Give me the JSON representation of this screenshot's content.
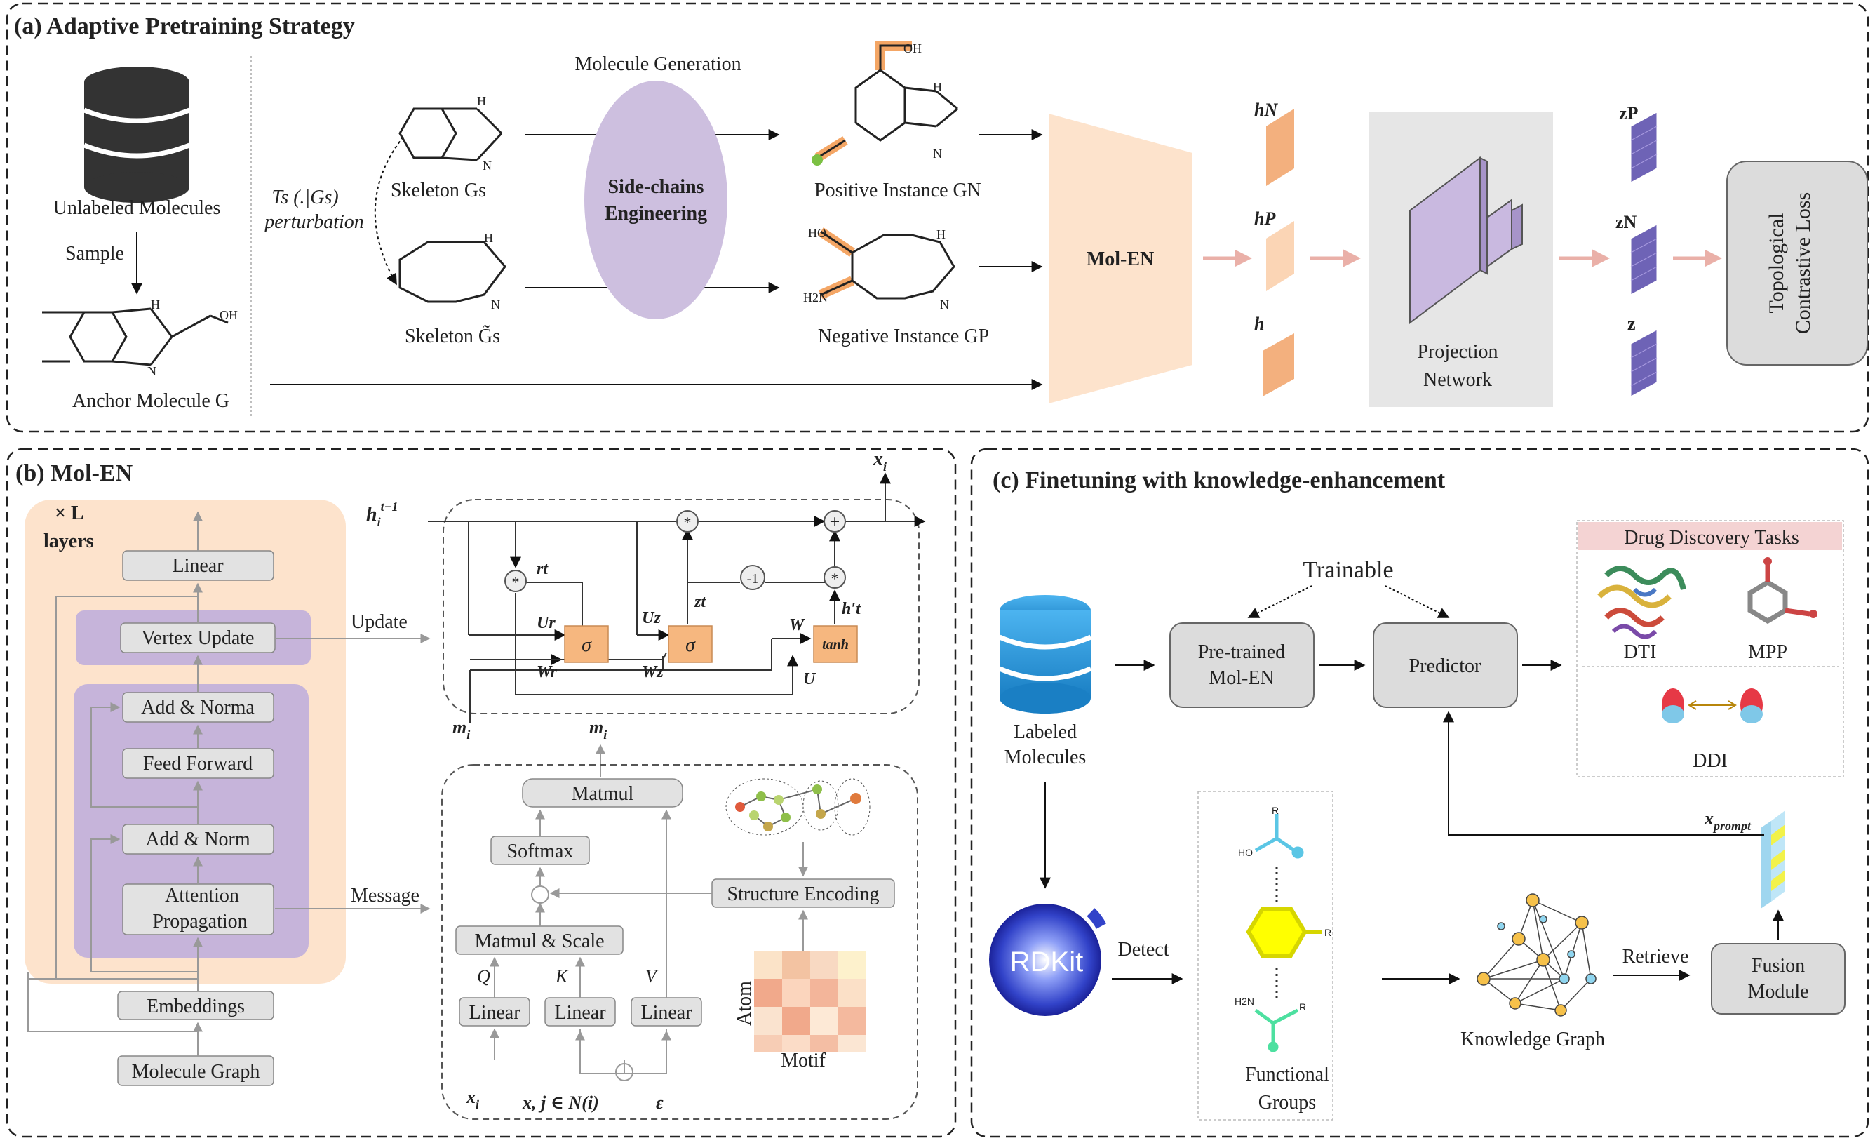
{
  "panel_a": {
    "title": "(a) Adaptive Pretraining Strategy",
    "unlabeled": "Unlabeled Molecules",
    "sample": "Sample",
    "anchor": "Anchor Molecule G",
    "perturb_fn": "Ts (.|Gs)",
    "perturb_word": "perturbation",
    "skeleton": "Skeleton Gs",
    "skeleton_tilde": "Skeleton G̃s",
    "molgen": "Molecule Generation",
    "side1": "Side-chains",
    "side2": "Engineering",
    "positive": "Positive Instance GN",
    "negative": "Negative Instance GP",
    "molen": "Mol-EN",
    "hN": "hN",
    "hP": "hP",
    "h": "h",
    "proj1": "Projection",
    "proj2": "Network",
    "zP": "zP",
    "zN": "zN",
    "z": "z",
    "topo1": "Topological",
    "topo2": "Contrastive Loss",
    "oh_top": "OH",
    "ho_neg": "HO",
    "h2n": "H2N",
    "nh": "H",
    "n": "N",
    "oh_anchor": "OH"
  },
  "panel_b": {
    "title": "(b) Mol-EN",
    "xL": "× L",
    "layers": "layers",
    "linear": "Linear",
    "vertex_update": "Vertex Update",
    "add_norma": "Add & Norma",
    "feed_forward": "Feed Forward",
    "add_norm": "Add & Norm",
    "attn1": "Attention",
    "attn2": "Propagation",
    "embeddings": "Embeddings",
    "mol_graph": "Molecule Graph",
    "update": "Update",
    "message": "Message",
    "h_prev": "h",
    "h_prev_sub": "i",
    "h_prev_sup": "t−1",
    "x_out": "x",
    "r_t": "rt",
    "z_t": "zt",
    "U_r": "Ur",
    "W_r": "Wr",
    "U_z": "Uz",
    "W_z": "Wz",
    "W": "W",
    "U": "U",
    "h_prime": "h′t",
    "sigma": "σ",
    "tanh": "tanh",
    "minus1": "-1",
    "star": "*",
    "plus": "+",
    "m_it": "m",
    "matmul": "Matmul",
    "softmax": "Softmax",
    "matmul_scale": "Matmul & Scale",
    "struct_enc": "Structure Encoding",
    "Q": "Q",
    "K": "K",
    "V": "V",
    "lin_q": "Linear",
    "lin_k": "Linear",
    "lin_v": "Linear",
    "atom": "Atom",
    "motif": "Motif",
    "x_i": "x",
    "x_j": "x",
    "x_j_rest": ", j ∈ N(i)",
    "eps": "ε"
  },
  "panel_c": {
    "title": "(c) Finetuning with knowledge-enhancement",
    "trainable": "Trainable",
    "pretrained1": "Pre-trained",
    "pretrained2": "Mol-EN",
    "predictor": "Predictor",
    "tasks": "Drug Discovery Tasks",
    "dti": "DTI",
    "mpp": "MPP",
    "ddi": "DDI",
    "labeled1": "Labeled",
    "labeled2": "Molecules",
    "rdkit": "RDKit",
    "detect": "Detect",
    "fg1": "Functional",
    "fg2": "Groups",
    "kg": "Knowledge Graph",
    "retrieve": "Retrieve",
    "fusion1": "Fusion",
    "fusion2": "Module",
    "x_prompt": "x",
    "x_prompt_sub": "prompt",
    "fg_R": "R",
    "fg_HO": "HO",
    "fg_H2N": "H2N"
  },
  "colors": {
    "peach": "#fde3cc",
    "lavender": "#c6b4da",
    "gray_box": "#dcdcdc",
    "orange_block": "#f3b07e",
    "purple_block": "#6e63b6",
    "db_blue": "#2e9bdf"
  }
}
